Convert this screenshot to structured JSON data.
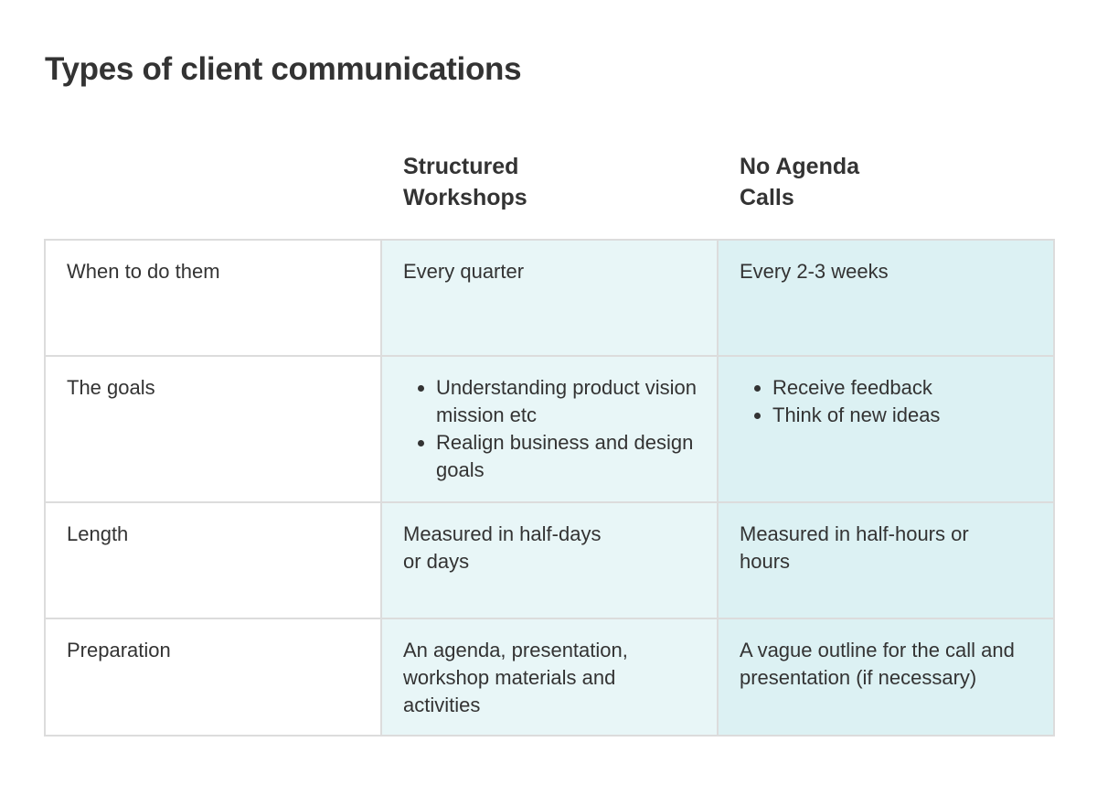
{
  "title": "Types of client communications",
  "columns": [
    {
      "line1": "Structured",
      "line2": "Workshops"
    },
    {
      "line1": "No Agenda",
      "line2": "Calls"
    }
  ],
  "rows": {
    "when": {
      "label": "When to do them",
      "workshops": "Every quarter",
      "calls": "Every 2-3 weeks"
    },
    "goals": {
      "label": "The goals",
      "workshops": [
        "Understanding product vision mission etc",
        "Realign business and design goals"
      ],
      "calls": [
        "Receive feedback",
        "Think of new ideas"
      ]
    },
    "length": {
      "label": "Length",
      "workshops": [
        "Measured in half-days",
        "or days"
      ],
      "calls": [
        "Measured in half-hours or",
        "hours"
      ]
    },
    "preparation": {
      "label": "Preparation",
      "workshops": "An agenda, presentation, workshop materials and activities",
      "calls": "A vague outline for the call and presentation (if necessary)"
    }
  },
  "colors": {
    "text": "#333333",
    "border": "#dcdcdc",
    "workshops_bg": "#e8f6f7",
    "calls_bg": "#dcf1f3"
  }
}
